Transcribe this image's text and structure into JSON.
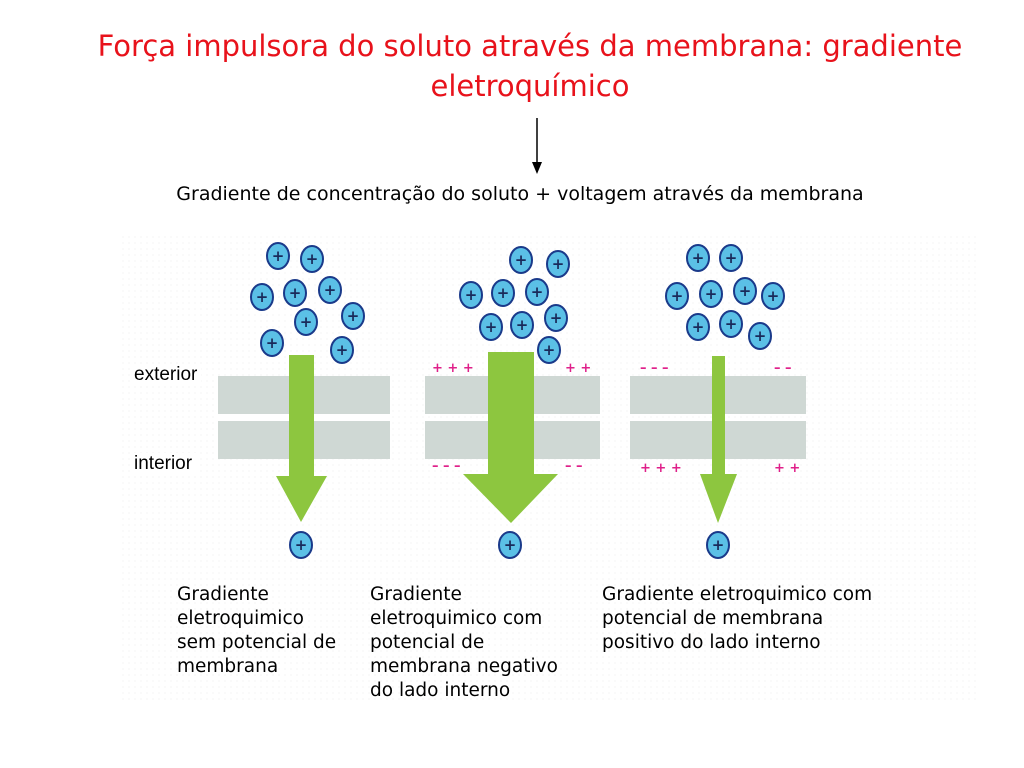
{
  "title": "Força impulsora do soluto através da membrana: gradiente eletroquímico",
  "subtitle": "Gradiente de concentração do soluto + voltagem através da membrana",
  "labels": {
    "exterior": "exterior",
    "interior": "interior"
  },
  "panels": [
    {
      "caption": "Gradiente eletroquimico sem potencial de membrana",
      "top_charges": "",
      "bottom_charges": ""
    },
    {
      "caption": "Gradiente eletroquimico com potencial de membrana negativo do lado interno",
      "top_charges": "+ + +",
      "bottom_charges": "– – –"
    },
    {
      "caption": "Gradiente eletroquimico com potencial de membrana positivo do lado interno",
      "top_charges": "– – –",
      "bottom_charges": "+ + +"
    }
  ],
  "ion_symbol": "+",
  "colors": {
    "title": "#e8121b",
    "ion_fill": "#5bc0e6",
    "ion_stroke": "#1a3a8a",
    "membrane": "#cfd8d4",
    "arrow": "#8dc63f",
    "positive_charge": "#e0208a",
    "negative_charge": "#e0208a"
  }
}
